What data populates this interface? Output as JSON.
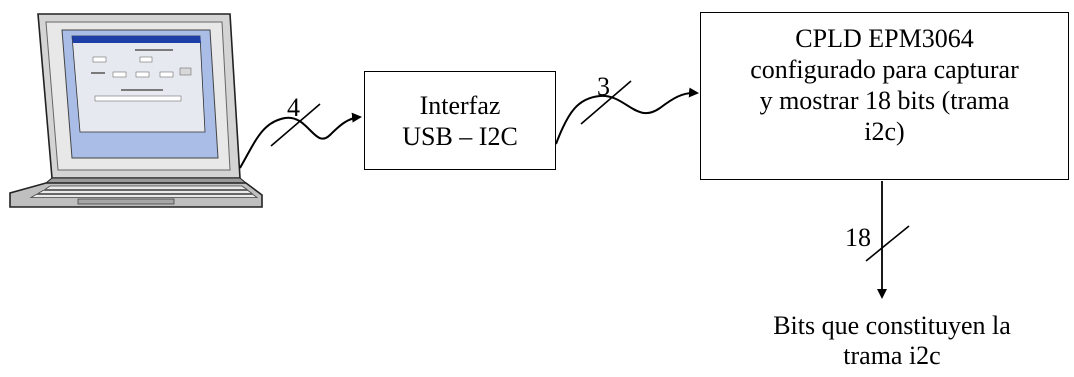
{
  "usb_interface": {
    "line1": "Interfaz",
    "line2": "USB – I2C"
  },
  "cpld": {
    "line1": "CPLD EPM3064",
    "line2": "configurado para capturar",
    "line3": "y mostrar 18 bits (trama",
    "line4": "i2c)"
  },
  "bus_labels": {
    "laptop_to_usb": "4",
    "usb_to_cpld": "3",
    "cpld_output": "18"
  },
  "output": {
    "line1": "Bits que constituyen la",
    "line2": "trama i2c"
  },
  "colors": {
    "line": "#000000",
    "laptop_body": "#c8c8c8",
    "screen_bg": "#b8c8e8",
    "window_title": "#1f3fa8"
  },
  "icons": {
    "laptop": "laptop-computer-icon"
  }
}
